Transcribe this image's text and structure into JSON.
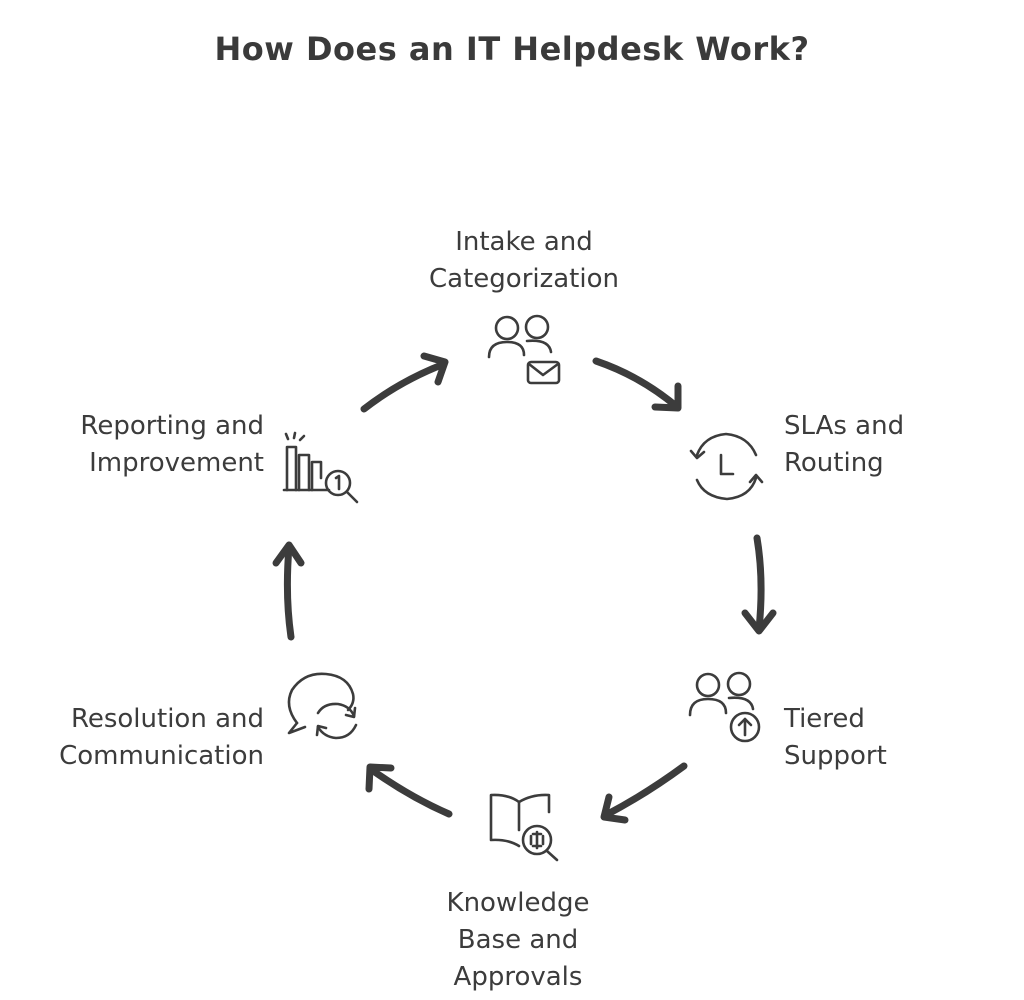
{
  "title": "How Does an IT Helpdesk Work?",
  "steps": [
    {
      "line1": "Intake and",
      "line2": "Categorization",
      "line3": "",
      "icon": "users-mail-icon"
    },
    {
      "line1": "SLAs and",
      "line2": "Routing",
      "line3": "",
      "icon": "clock-cycle-icon"
    },
    {
      "line1": "Tiered",
      "line2": "Support",
      "line3": "",
      "icon": "users-escalate-icon"
    },
    {
      "line1": "Knowledge",
      "line2": "Base and",
      "line3": "Approvals",
      "icon": "book-search-icon"
    },
    {
      "line1": "Resolution and",
      "line2": "Communication",
      "line3": "",
      "icon": "chat-refresh-icon"
    },
    {
      "line1": "Reporting and",
      "line2": "Improvement",
      "line3": "",
      "icon": "chart-search-icon"
    }
  ],
  "colors": {
    "ink": "#3c3c3c",
    "background": "#ffffff"
  }
}
